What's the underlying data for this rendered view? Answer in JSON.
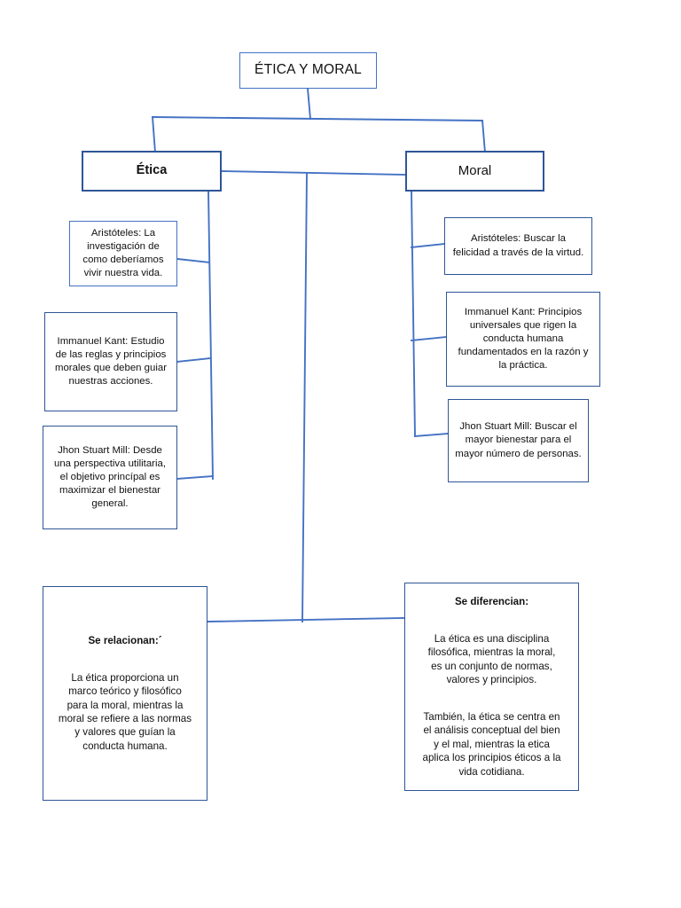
{
  "document": {
    "title": "ÉTICA Y MORAL",
    "type": "concept-map",
    "line_color": "#4472c4",
    "border_color": "#2f5597",
    "background": "#ffffff"
  },
  "root": {
    "label": "ÉTICA Y MORAL"
  },
  "branches": [
    {
      "id": "etica",
      "label": "Ética"
    },
    {
      "id": "moral",
      "label": "Moral"
    }
  ],
  "etica_items": [
    {
      "lead": "Aristóteles: La",
      "body": "investigación de\ncomo deberíamos\nvivir nuestra vida.",
      "full": "Aristóteles: La investigación de como deberíamos vivir nuestra vida."
    },
    {
      "lead": "Immanuel Kant:",
      "body": "Estudio de las reglas y\nprincipios morales\nque deben guiar\nnuestras acciones.",
      "full": "Immanuel Kant: Estudio de las reglas y principios morales que deben guiar nuestras acciones."
    },
    {
      "lead": "Jhon Stuart Mill:",
      "body": "Desde una perspectiva\nutilitaria, el objetivo\nprincípal es maximizar\nel bienestar general.",
      "full": "Jhon Stuart Mill: Desde una perspectiva utilitaria, el objetivo princípal es maximizar el bienestar general."
    }
  ],
  "moral_items": [
    {
      "lead": "",
      "body": "Aristóteles: Buscar la\nfelicidad a través de la\nvirtud.",
      "full": "Aristóteles: Buscar la felicidad a través de la virtud."
    },
    {
      "lead": "Immanuel Kant:",
      "body": "Principios universales que\nrigen la conducta humana\nfundamentados en la\nrazón y la práctica.",
      "full": "Immanuel Kant: Principios universales que rigen la conducta humana fundamentados en la razón y la práctica."
    },
    {
      "lead": "",
      "body": "Jhon Stuart Mill: Buscar\nel mayor bienestar para\nel mayor número de\npersonas.",
      "full": "Jhon Stuart Mill: Buscar el mayor bienestar para el mayor número de personas."
    }
  ],
  "summary": {
    "relacionan": {
      "heading": "Se relacionan:´",
      "paragraph": "La ética proporciona un\nmarco teórico y filosófico\npara la moral, mientras la\nmoral se refiere a las normas\ny valores que guían la\nconducta humana."
    },
    "diferencian": {
      "heading": "Se diferencian:",
      "paragraph_1": "La ética es una disciplina\nfilosófica, mientras la moral,\nes un conjunto de normas,\nvalores y principios.",
      "paragraph_2": "También, la ética se centra en\nel análisis conceptual del bien\ny el mal, mientras la etica\naplica los principios éticos a la\nvida cotidiana."
    }
  }
}
